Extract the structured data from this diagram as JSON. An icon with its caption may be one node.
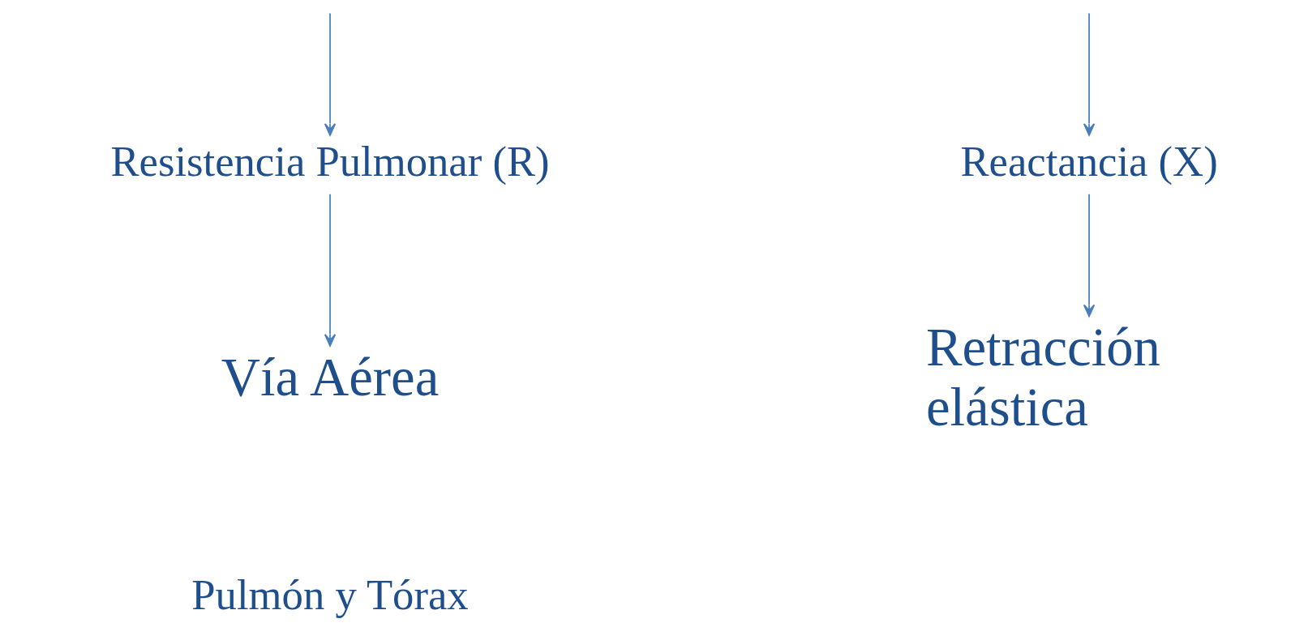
{
  "diagram": {
    "nodes": [
      {
        "text": [
          "Resistencia Pulmonar (R)"
        ]
      },
      {
        "text": [
          "Reactancia (X)"
        ]
      },
      {
        "text": [
          "Vía Aérea"
        ]
      },
      {
        "text": [
          "Retracción elástica"
        ]
      }
    ],
    "edges": [
      {
        "from": null,
        "to": 0,
        "arrow": "to"
      },
      {
        "from": null,
        "to": 1,
        "arrow": "to"
      },
      {
        "from": 0,
        "to": 2,
        "arrow": "to"
      },
      {
        "from": 1,
        "to": 3,
        "arrow": "to"
      }
    ],
    "labels": [
      "Pulmón y Tórax"
    ]
  }
}
